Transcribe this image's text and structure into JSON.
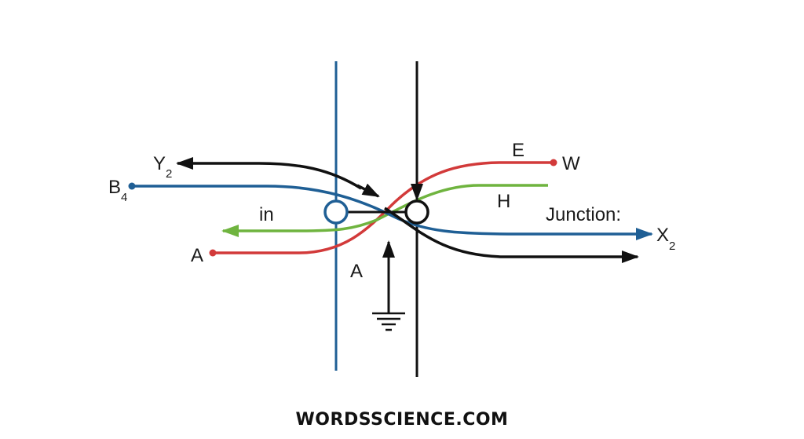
{
  "colors": {
    "blue": "#1f5f95",
    "black": "#111111",
    "red": "#d23a3a",
    "green": "#6fb43f"
  },
  "labels": {
    "y2": {
      "main": "Y",
      "sub": "2"
    },
    "b4": {
      "main": "B",
      "sub": "4"
    },
    "in": "in",
    "a_left": "A",
    "a_bottom": "A",
    "e": "E",
    "w": "W",
    "h": "H",
    "junction": "Junction:",
    "x2": {
      "main": "X",
      "sub": "2"
    }
  },
  "icons": {
    "ground": "ground-symbol-icon"
  },
  "footer": {
    "text": "WORDSSCIENCE.COM"
  }
}
